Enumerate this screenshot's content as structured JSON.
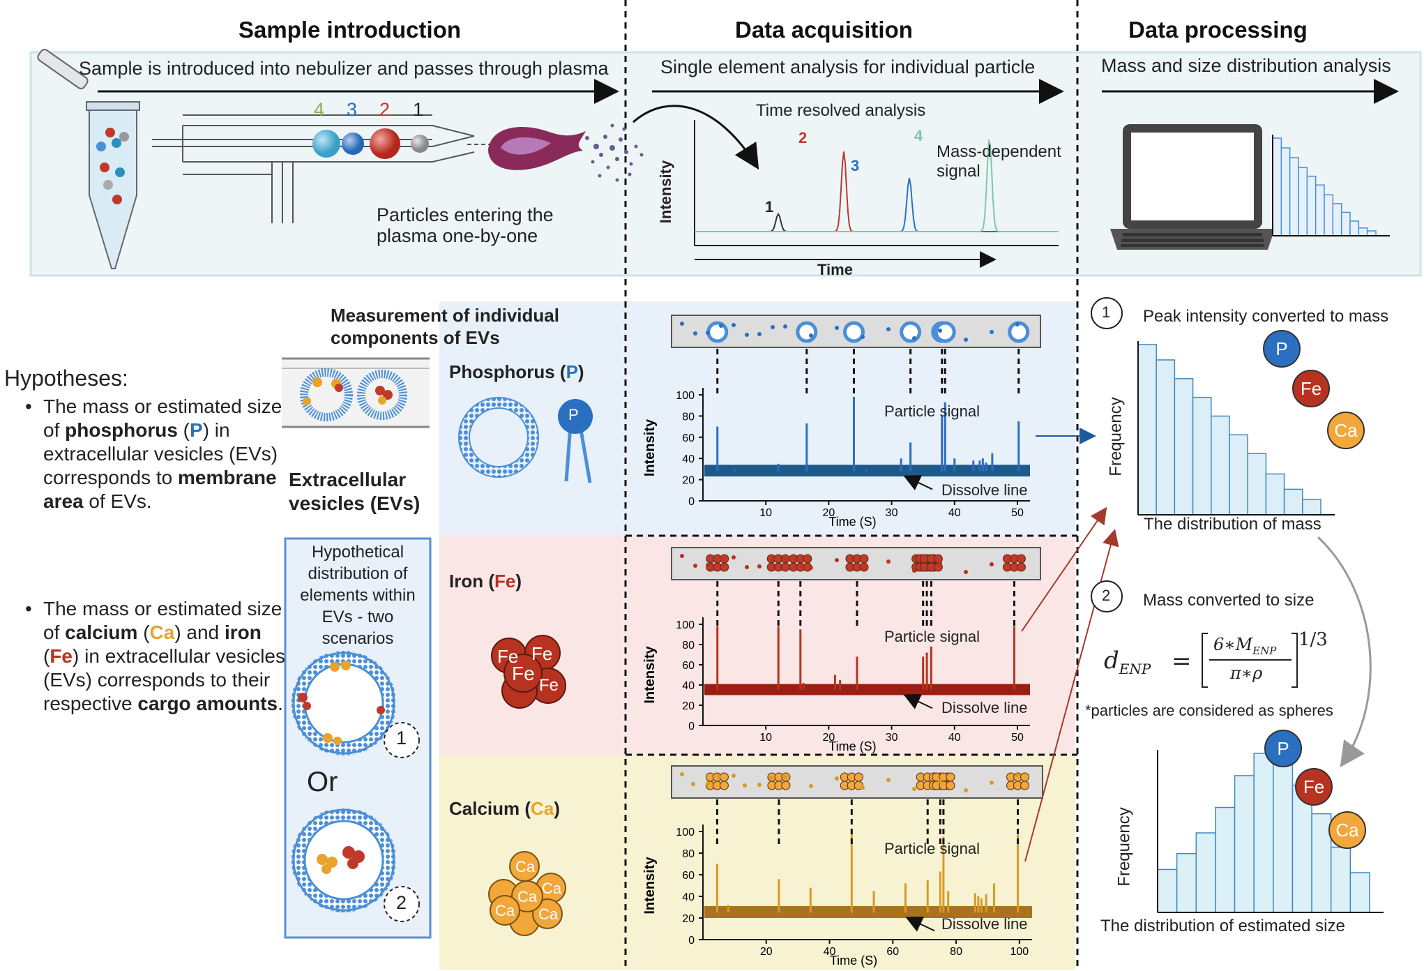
{
  "sections": {
    "sample_introduction": "Sample introduction",
    "data_acquisition": "Data acquisition",
    "data_processing": "Data processing"
  },
  "top_panel": {
    "arrow1": "Sample is introduced into nebulizer and passes through  plasma",
    "arrow2": "Single element analysis for individual particle",
    "arrow3": "Mass and size distribution analysis",
    "particle_labels": [
      "4",
      "3",
      "2",
      "1"
    ],
    "particles_note_line1": "Particles entering the",
    "particles_note_line2": "plasma one-by-one",
    "time_resolved": "Time resolved analysis",
    "peak_labels": [
      "1",
      "2",
      "3",
      "4"
    ],
    "mass_dependent_line1": "Mass-dependent",
    "mass_dependent_line2": "signal",
    "y_axis": "Intensity",
    "x_axis": "Time"
  },
  "hypotheses": {
    "title": "Hypotheses:",
    "item1": {
      "a": "The mass or estimated size of ",
      "b": "phosphorus",
      "c": " (",
      "d": "P",
      "e": ") in extracellular vesicles (EVs)  corresponds to ",
      "f": "membrane area",
      "g": " of EVs."
    },
    "item2": {
      "a": "The mass or estimated size of ",
      "b": "calcium",
      "c": " (",
      "d": "Ca",
      "e": ") and ",
      "f": "iron",
      "g": " (",
      "h": "Fe",
      "i": ")  in extracellular vesicles (EVs) corresponds to their respective ",
      "j": "cargo amounts",
      "k": "."
    }
  },
  "measurement_title_line1": "Measurement of  individual",
  "measurement_title_line2": "components of EVs",
  "ev_label_line1": "Extracellular",
  "ev_label_line2": "vesicles (EVs)",
  "hypothetical_box": {
    "line1": "Hypothetical",
    "line2": "distribution of",
    "line3": "elements within",
    "line4": "EVs - two",
    "line5": "scenarios",
    "scenario1": "1",
    "or": "Or",
    "scenario2": "2"
  },
  "elements": {
    "phosphorus": {
      "name": "Phosphorus",
      "symbol": "P",
      "color": "#2a6fc0"
    },
    "iron": {
      "name": "Iron",
      "symbol": "Fe",
      "color": "#b73220"
    },
    "calcium": {
      "name": "Calcium",
      "symbol": "Ca",
      "color": "#e9a22b"
    }
  },
  "panel_colors": {
    "blue": "#e8f0fa",
    "red": "#fbe6e6",
    "yellow": "#f6f2d2"
  },
  "spectra_common": {
    "particle_signal": "Particle signal",
    "dissolve_line": "Dissolve line",
    "y_label": "Intensity",
    "x_label": "Time (S)"
  },
  "chart_data": [
    {
      "type": "line",
      "title": "Time resolved analysis",
      "xlabel": "Time",
      "ylabel": "Intensity",
      "series": [
        {
          "name": "1",
          "peak_x": 0.23,
          "peak_height": 0.18
        },
        {
          "name": "2",
          "peak_x": 0.41,
          "peak_height": 0.82
        },
        {
          "name": "3",
          "peak_x": 0.59,
          "peak_height": 0.55
        },
        {
          "name": "4",
          "peak_x": 0.81,
          "peak_height": 0.95
        }
      ]
    },
    {
      "type": "bar",
      "element": "P",
      "xlabel": "Time (S)",
      "ylabel": "Intensity",
      "ylim": [
        0,
        100
      ],
      "xticks": [
        10,
        20,
        30,
        40,
        50
      ],
      "xlim": [
        0,
        52
      ],
      "yticks": [
        0,
        20,
        40,
        60,
        80,
        100
      ],
      "baseline": 28,
      "spikes_x": [
        2.3,
        5,
        12,
        16.5,
        24,
        26,
        31.5,
        33,
        38,
        38.5,
        40,
        43,
        44,
        44.5,
        45,
        46,
        50.2
      ],
      "spikes_y": [
        70,
        30,
        35,
        73,
        98,
        30,
        40,
        55,
        80,
        93,
        40,
        38,
        38,
        40,
        36,
        45,
        75
      ]
    },
    {
      "type": "bar",
      "element": "Fe",
      "xlabel": "Time (S)",
      "ylabel": "Intensity",
      "ylim": [
        0,
        100
      ],
      "xticks": [
        10,
        20,
        30,
        40,
        50
      ],
      "xlim": [
        0,
        52
      ],
      "yticks": [
        0,
        20,
        40,
        60,
        80,
        100
      ],
      "baseline": 35,
      "spikes_x": [
        2.3,
        12,
        15.5,
        16,
        21,
        21.8,
        24.5,
        35,
        35.6,
        36.3,
        49.5
      ],
      "spikes_y": [
        98,
        98,
        95,
        42,
        50,
        45,
        68,
        68,
        72,
        78,
        98
      ]
    },
    {
      "type": "bar",
      "element": "Ca",
      "xlabel": "Time (S)",
      "ylabel": "Intensity",
      "ylim": [
        0,
        100
      ],
      "xticks": [
        20,
        40,
        60,
        80,
        100
      ],
      "xlim": [
        0,
        104
      ],
      "yticks": [
        0,
        20,
        40,
        60,
        80,
        100
      ],
      "baseline": 25,
      "spikes_x": [
        4.5,
        8,
        24,
        34,
        47,
        54,
        64,
        71,
        75,
        76,
        77.5,
        86,
        87,
        88,
        89.5,
        92,
        99.5
      ],
      "spikes_y": [
        70,
        32,
        56,
        48,
        98,
        45,
        52,
        55,
        63,
        95,
        45,
        43,
        40,
        38,
        42,
        52,
        97
      ]
    },
    {
      "type": "bar",
      "title": "The distribution of mass",
      "ylabel": "Frequency",
      "values": [
        100,
        91,
        80,
        69,
        58,
        47,
        36,
        24,
        15,
        9
      ]
    },
    {
      "type": "bar",
      "title": "The distribution of estimated size",
      "ylabel": "Frequency",
      "values": [
        27,
        37,
        50,
        66,
        86,
        100,
        96,
        80,
        62,
        41,
        25
      ]
    },
    {
      "type": "bar",
      "title": "",
      "values": [
        100,
        90,
        80,
        70,
        61,
        52,
        42,
        33,
        24,
        15,
        8,
        5
      ]
    }
  ],
  "processing": {
    "step1_num": "1",
    "step1": "Peak intensity converted to mass",
    "mass_dist": "The distribution of mass",
    "frequency": "Frequency",
    "step2_num": "2",
    "step2": "Mass converted to size",
    "formula_lhs": "d",
    "formula_lhs_sub": "ENP",
    "formula_eq": "=",
    "formula_num": "6∗M",
    "formula_num_sub": "ENP",
    "formula_den": "π∗ρ",
    "formula_exp": "1/3",
    "note": "*particles are considered as spheres",
    "size_dist": "The distribution of estimated size"
  }
}
